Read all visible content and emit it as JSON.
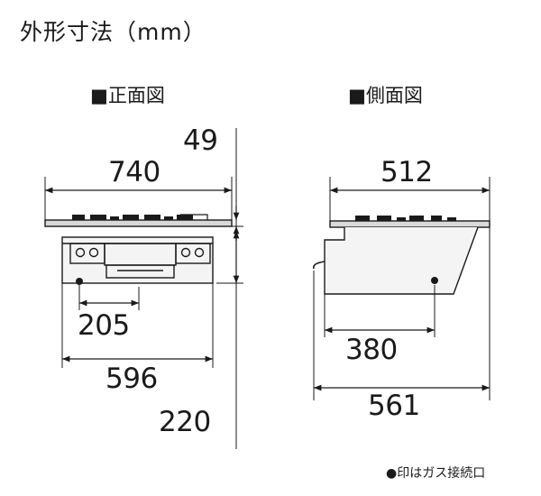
{
  "title": "外形寸法（mm）",
  "front_view": {
    "label": "■正面図",
    "dims": {
      "top_thickness": "49",
      "total_width": "740",
      "gas_offset": "205",
      "body_width": "596",
      "total_height": "220"
    }
  },
  "side_view": {
    "label": "■側面図",
    "dims": {
      "top_depth": "512",
      "gas_depth": "380",
      "body_depth": "561"
    }
  },
  "legend_note": "●印はガス接続口"
}
